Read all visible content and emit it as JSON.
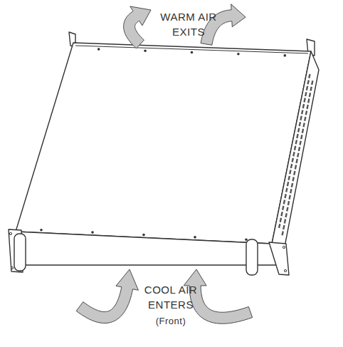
{
  "diagram": {
    "labels": [
      "WARM AIR EXITS",
      "COOL AIR ENTERS",
      "(Front)"
    ]
  }
}
